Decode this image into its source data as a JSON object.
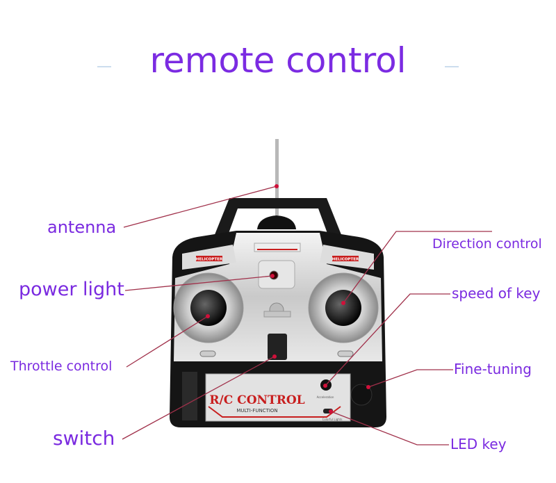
{
  "title": "remote control",
  "colors": {
    "label": "#7a2ae0",
    "leader_line": "#a0304a",
    "accent_red": "#c81e1e"
  },
  "device": {
    "brand_text": "R/C CONTROL",
    "sub_text": "MULTI-FUNCTION",
    "side_badge": "HELICOPTER",
    "small_labels": [
      "Acceleration",
      "Colorful Lights"
    ]
  },
  "labels": {
    "antenna": "antenna",
    "power_light": "power light",
    "throttle": "Throttle control",
    "switch": "switch",
    "direction": "Direction control",
    "speed": "speed of key",
    "fine_tuning": "Fine-tuning",
    "led": "LED key"
  }
}
